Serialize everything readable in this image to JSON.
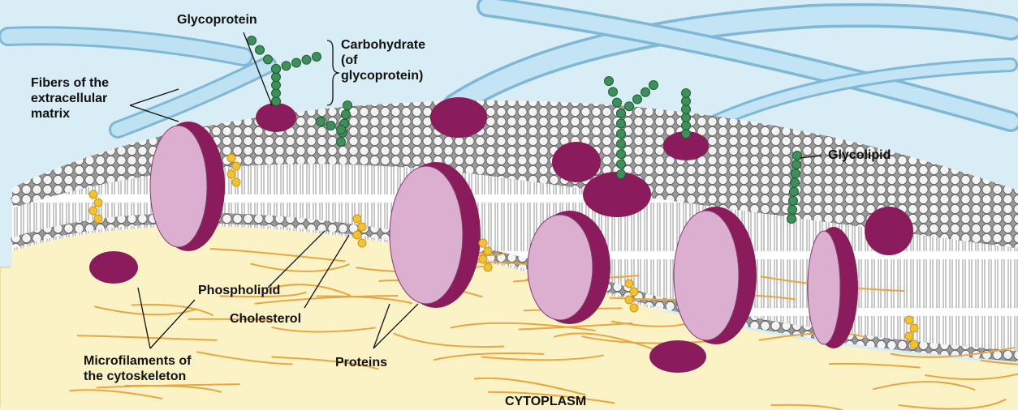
{
  "labels": {
    "glycoprotein": "Glycoprotein",
    "carbohydrate": "Carbohydrate\n(of\nglycoprotein)",
    "fibers": "Fibers of the\nextracellular\nmatrix",
    "glycolipid": "Glycolipid",
    "phospholipid": "Phospholipid",
    "cholesterol": "Cholesterol",
    "proteins": "Proteins",
    "microfilaments": "Microfilaments of\nthe cytoskeleton",
    "cytoplasm": "CYTOPLASM"
  },
  "colors": {
    "extracellular": "#d8edf6",
    "cytoplasm": "#fbf3c6",
    "protein_dark": "#8a1c5c",
    "protein_light": "#dcaed0",
    "carbohydrate": "#3f8f5a",
    "cholesterol": "#f2c230",
    "filament": "#e9a640",
    "fiber": "#a9d6ec"
  }
}
